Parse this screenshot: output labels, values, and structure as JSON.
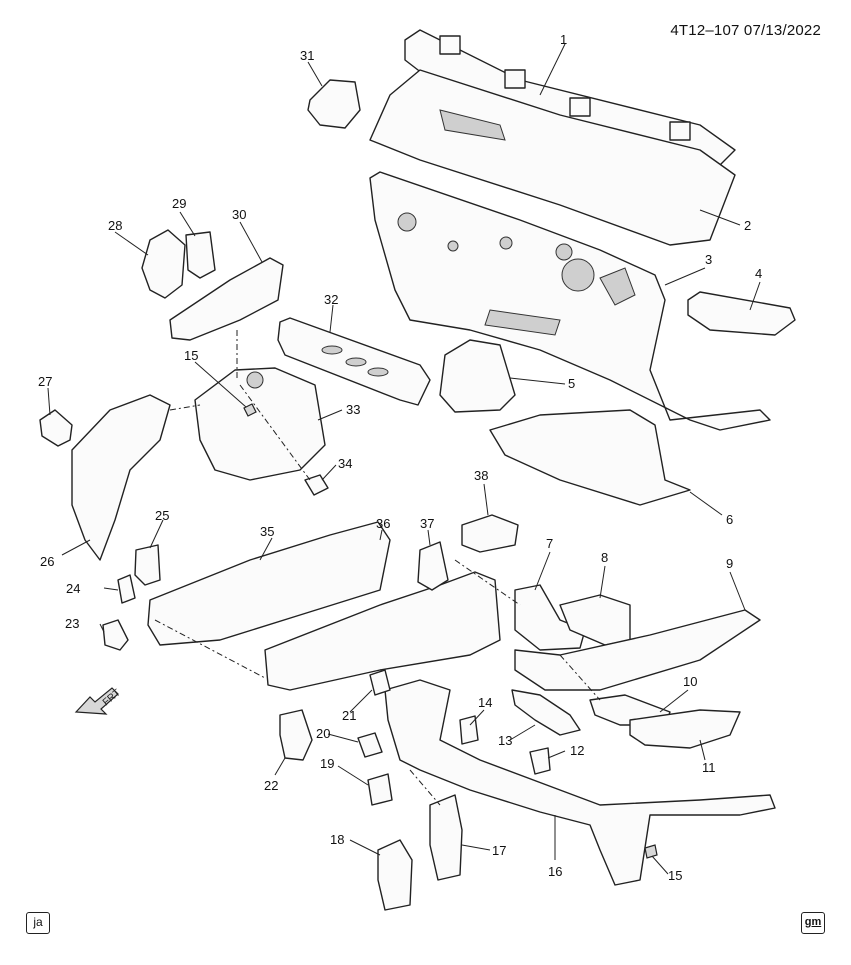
{
  "header": {
    "code": "4T12–107 07/13/2022"
  },
  "badges": {
    "left": "ja",
    "right": "gm"
  },
  "direction": {
    "label": "FRT"
  },
  "callouts": [
    "1",
    "2",
    "3",
    "4",
    "5",
    "6",
    "7",
    "8",
    "9",
    "10",
    "11",
    "12",
    "13",
    "14",
    "15",
    "16",
    "17",
    "18",
    "19",
    "20",
    "21",
    "22",
    "23",
    "24",
    "25",
    "26",
    "27",
    "28",
    "29",
    "30",
    "31",
    "32",
    "33",
    "34",
    "35",
    "36",
    "37",
    "38",
    "15"
  ]
}
